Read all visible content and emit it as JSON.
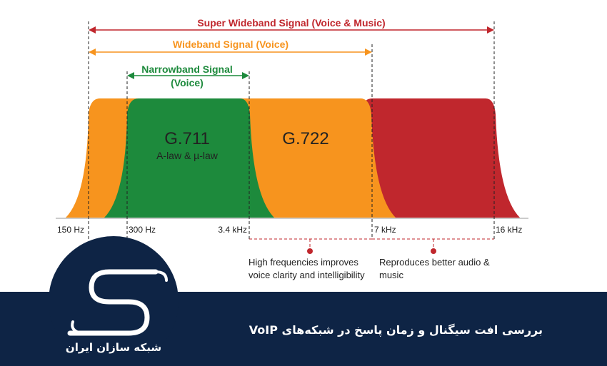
{
  "diagram": {
    "super_wideband_label": "Super Wideband Signal (Voice & Music)",
    "wideband_label": "Wideband Signal (Voice)",
    "narrowband_label_line1": "Narrowband Signal",
    "narrowband_label_line2": "(Voice)",
    "codec_g711": "G.711",
    "codec_g711_sub": "A-law & µ-law",
    "codec_g722": "G.722",
    "freq_150": "150 Hz",
    "freq_300": "300 Hz",
    "freq_34k": "3.4 kHz",
    "freq_7k": "7 kHz",
    "freq_16k": "16 kHz",
    "note_left_line1": "High frequencies improves",
    "note_left_line2": "voice clarity and intelligibility",
    "note_right_line1": "Reproduces better audio &",
    "note_right_line2": "music",
    "colors": {
      "super_wideband": "#c0272d",
      "wideband": "#f7941e",
      "narrowband": "#1d8a3c",
      "banner": "#0e2445"
    }
  },
  "banner": {
    "title": "بررسی افت سیگنال و زمان پاسخ در شبکه‌های VoIP"
  },
  "logo": {
    "name": "شبکه سازان ایران",
    "icon": "s-logo-icon"
  }
}
